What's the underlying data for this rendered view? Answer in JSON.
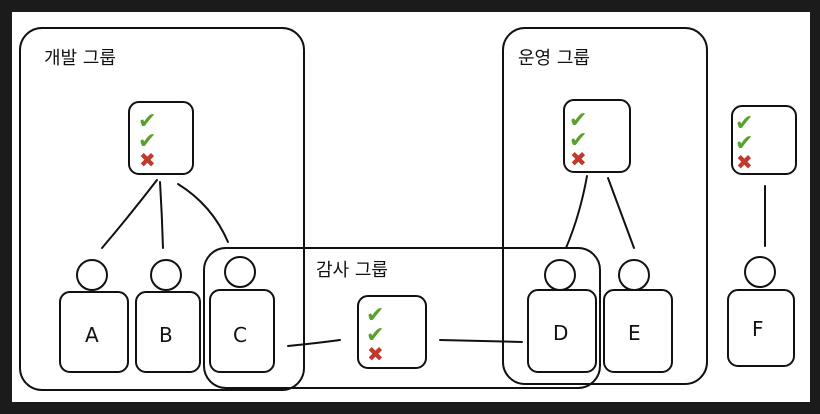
{
  "groups": {
    "dev": {
      "label": "개발 그룹"
    },
    "ops": {
      "label": "운영 그룹"
    },
    "audit": {
      "label": "감사 그룹"
    }
  },
  "people": [
    {
      "id": "A",
      "label": "A"
    },
    {
      "id": "B",
      "label": "B"
    },
    {
      "id": "C",
      "label": "C"
    },
    {
      "id": "D",
      "label": "D"
    },
    {
      "id": "E",
      "label": "E"
    },
    {
      "id": "F",
      "label": "F"
    }
  ],
  "policies": {
    "dev": {
      "marks": [
        "check",
        "check",
        "cross"
      ]
    },
    "ops": {
      "marks": [
        "check",
        "check",
        "cross"
      ]
    },
    "F": {
      "marks": [
        "check",
        "check",
        "cross"
      ]
    },
    "audit": {
      "marks": [
        "check",
        "check",
        "cross"
      ]
    }
  },
  "icons": {
    "check": {
      "glyph": "✔",
      "color": "#5aa02c"
    },
    "cross": {
      "glyph": "✖",
      "color": "#c0392b"
    }
  },
  "colors": {
    "background": "#1b1b1b",
    "canvas": "#ffffff",
    "ink": "#111111"
  }
}
